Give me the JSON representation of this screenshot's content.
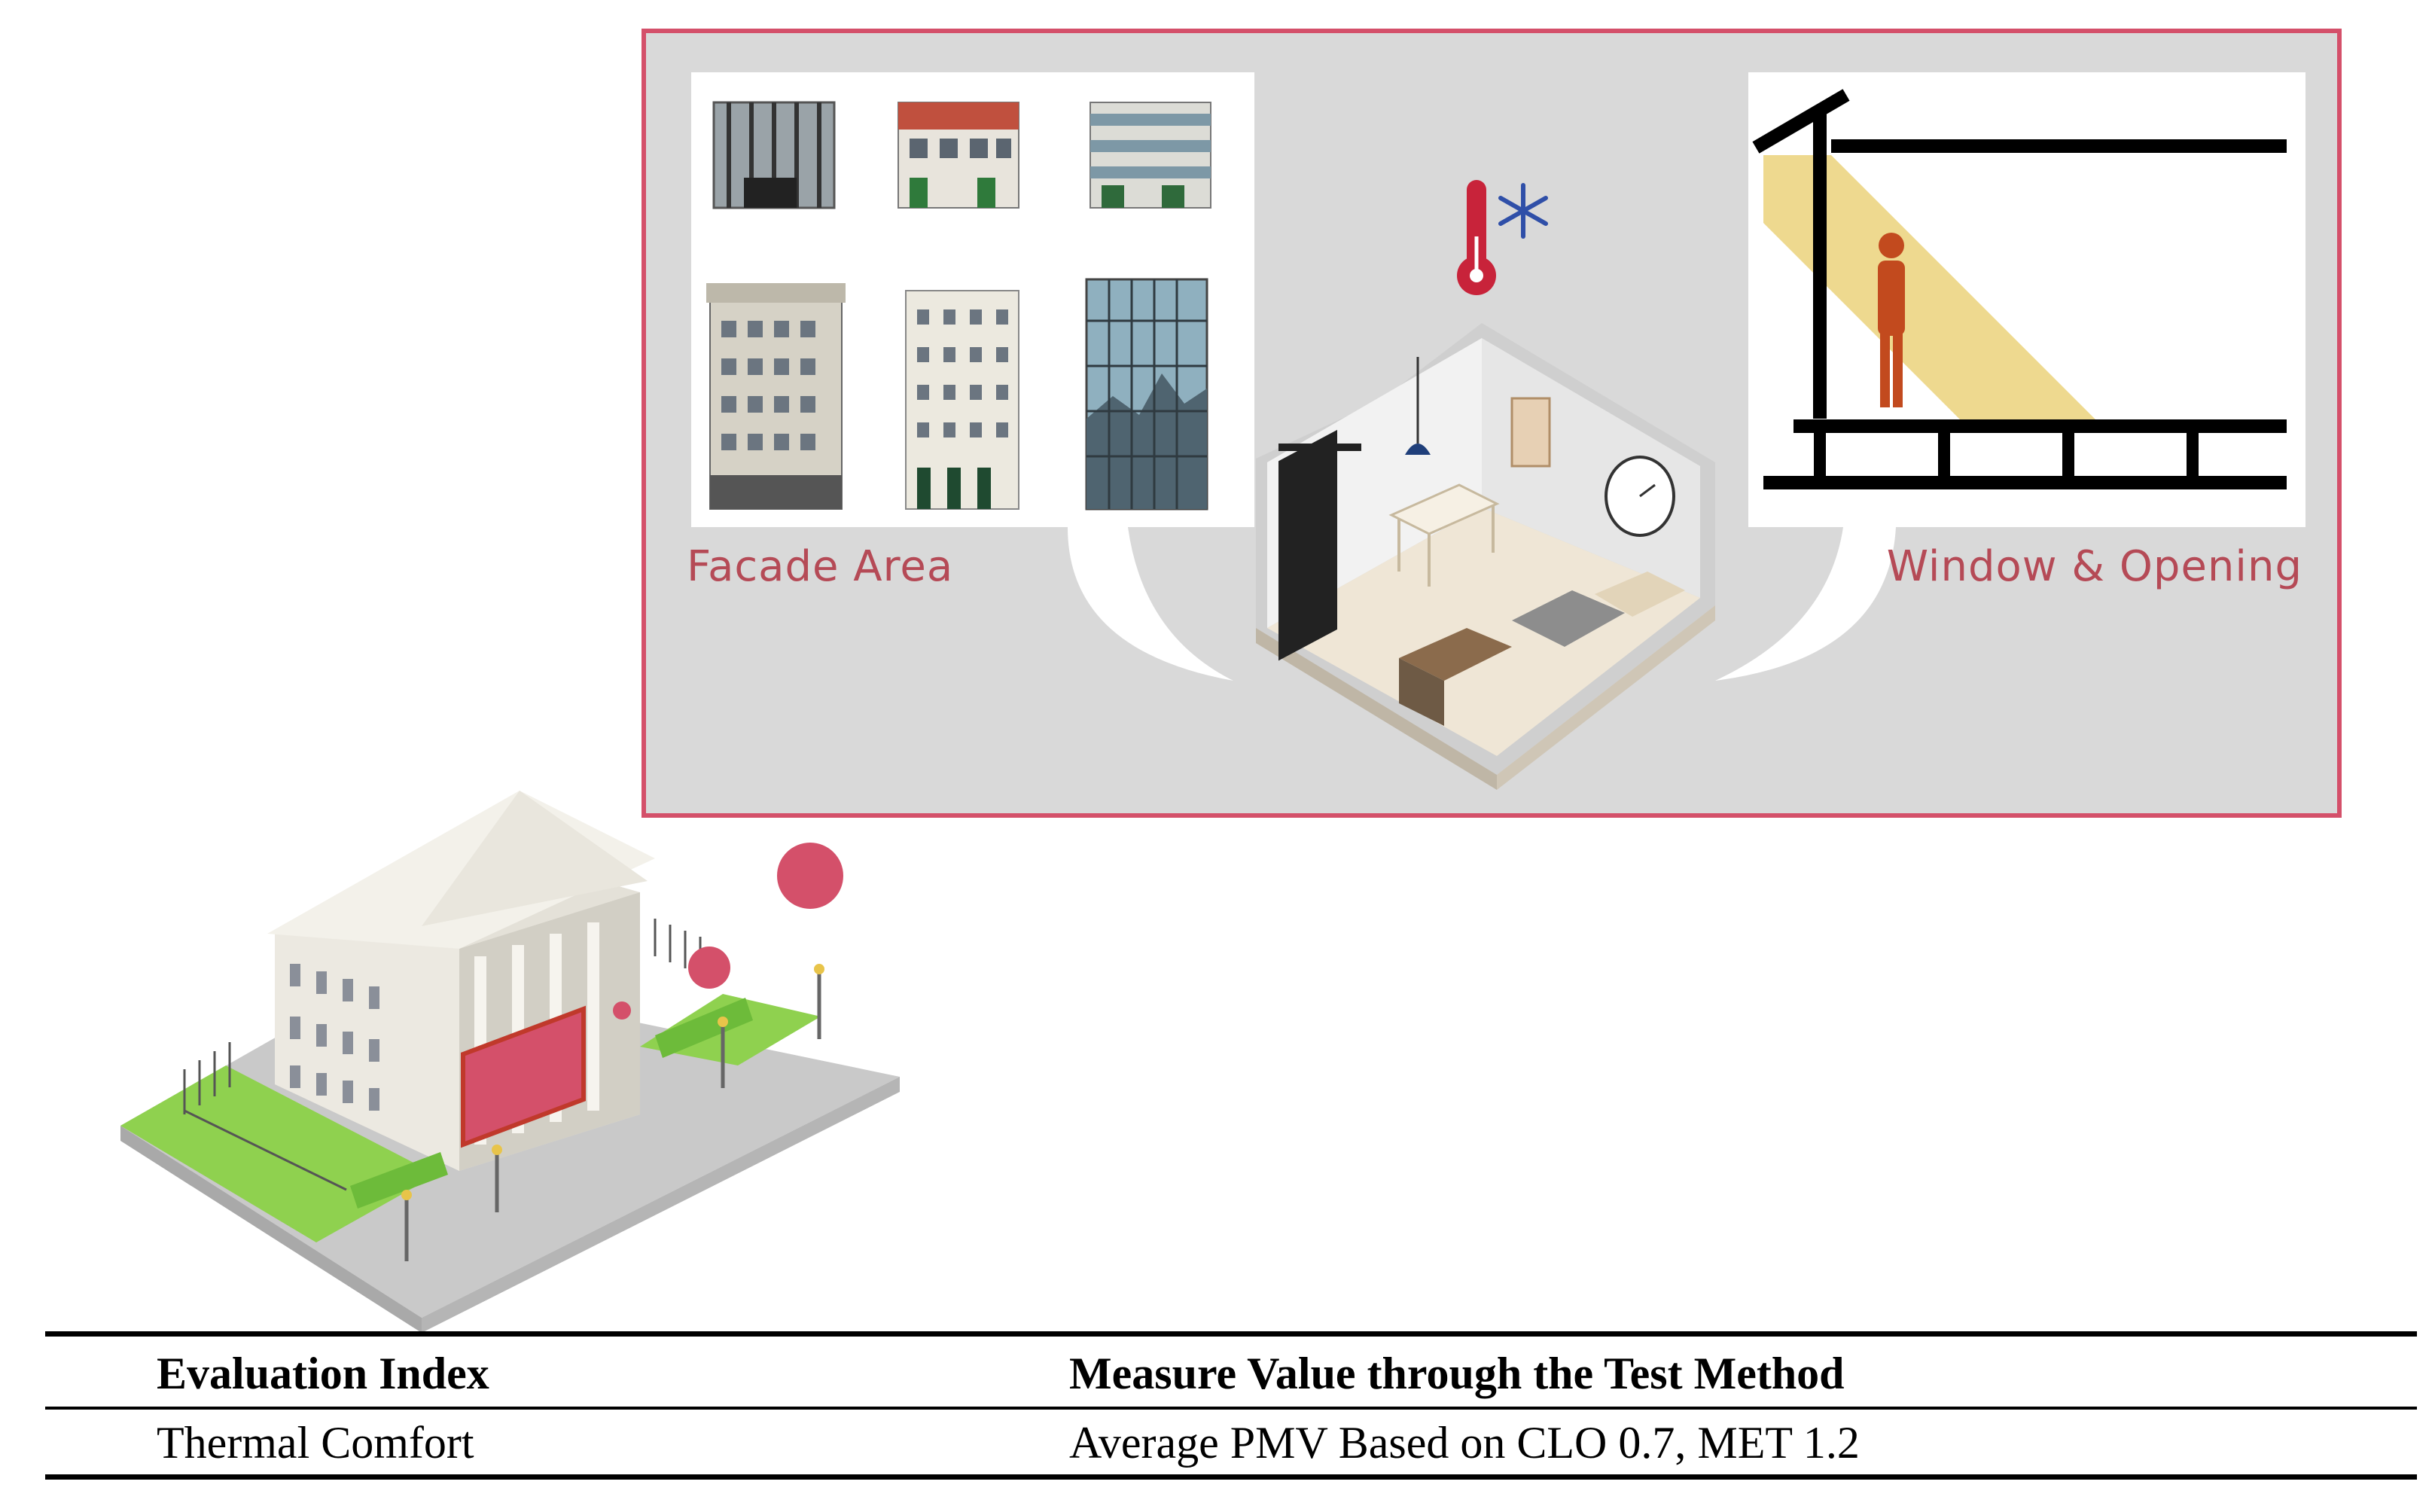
{
  "panel": {
    "facade_label": "Facade Area",
    "window_label": "Window & Opening"
  },
  "table": {
    "headers": [
      "Evaluation Index",
      "Measure Value through the Test Method"
    ],
    "rows": [
      [
        "Thermal Comfort",
        "Average PMV Based on CLO 0.7, MET 1.2"
      ]
    ]
  },
  "colors": {
    "accent": "#d4506a",
    "panel_background": "#d9d9d9",
    "lawn": "#8fd14f",
    "sunlight": "#e8cc6a"
  },
  "icons": [
    "thermometer-icon",
    "snowflake-icon"
  ]
}
